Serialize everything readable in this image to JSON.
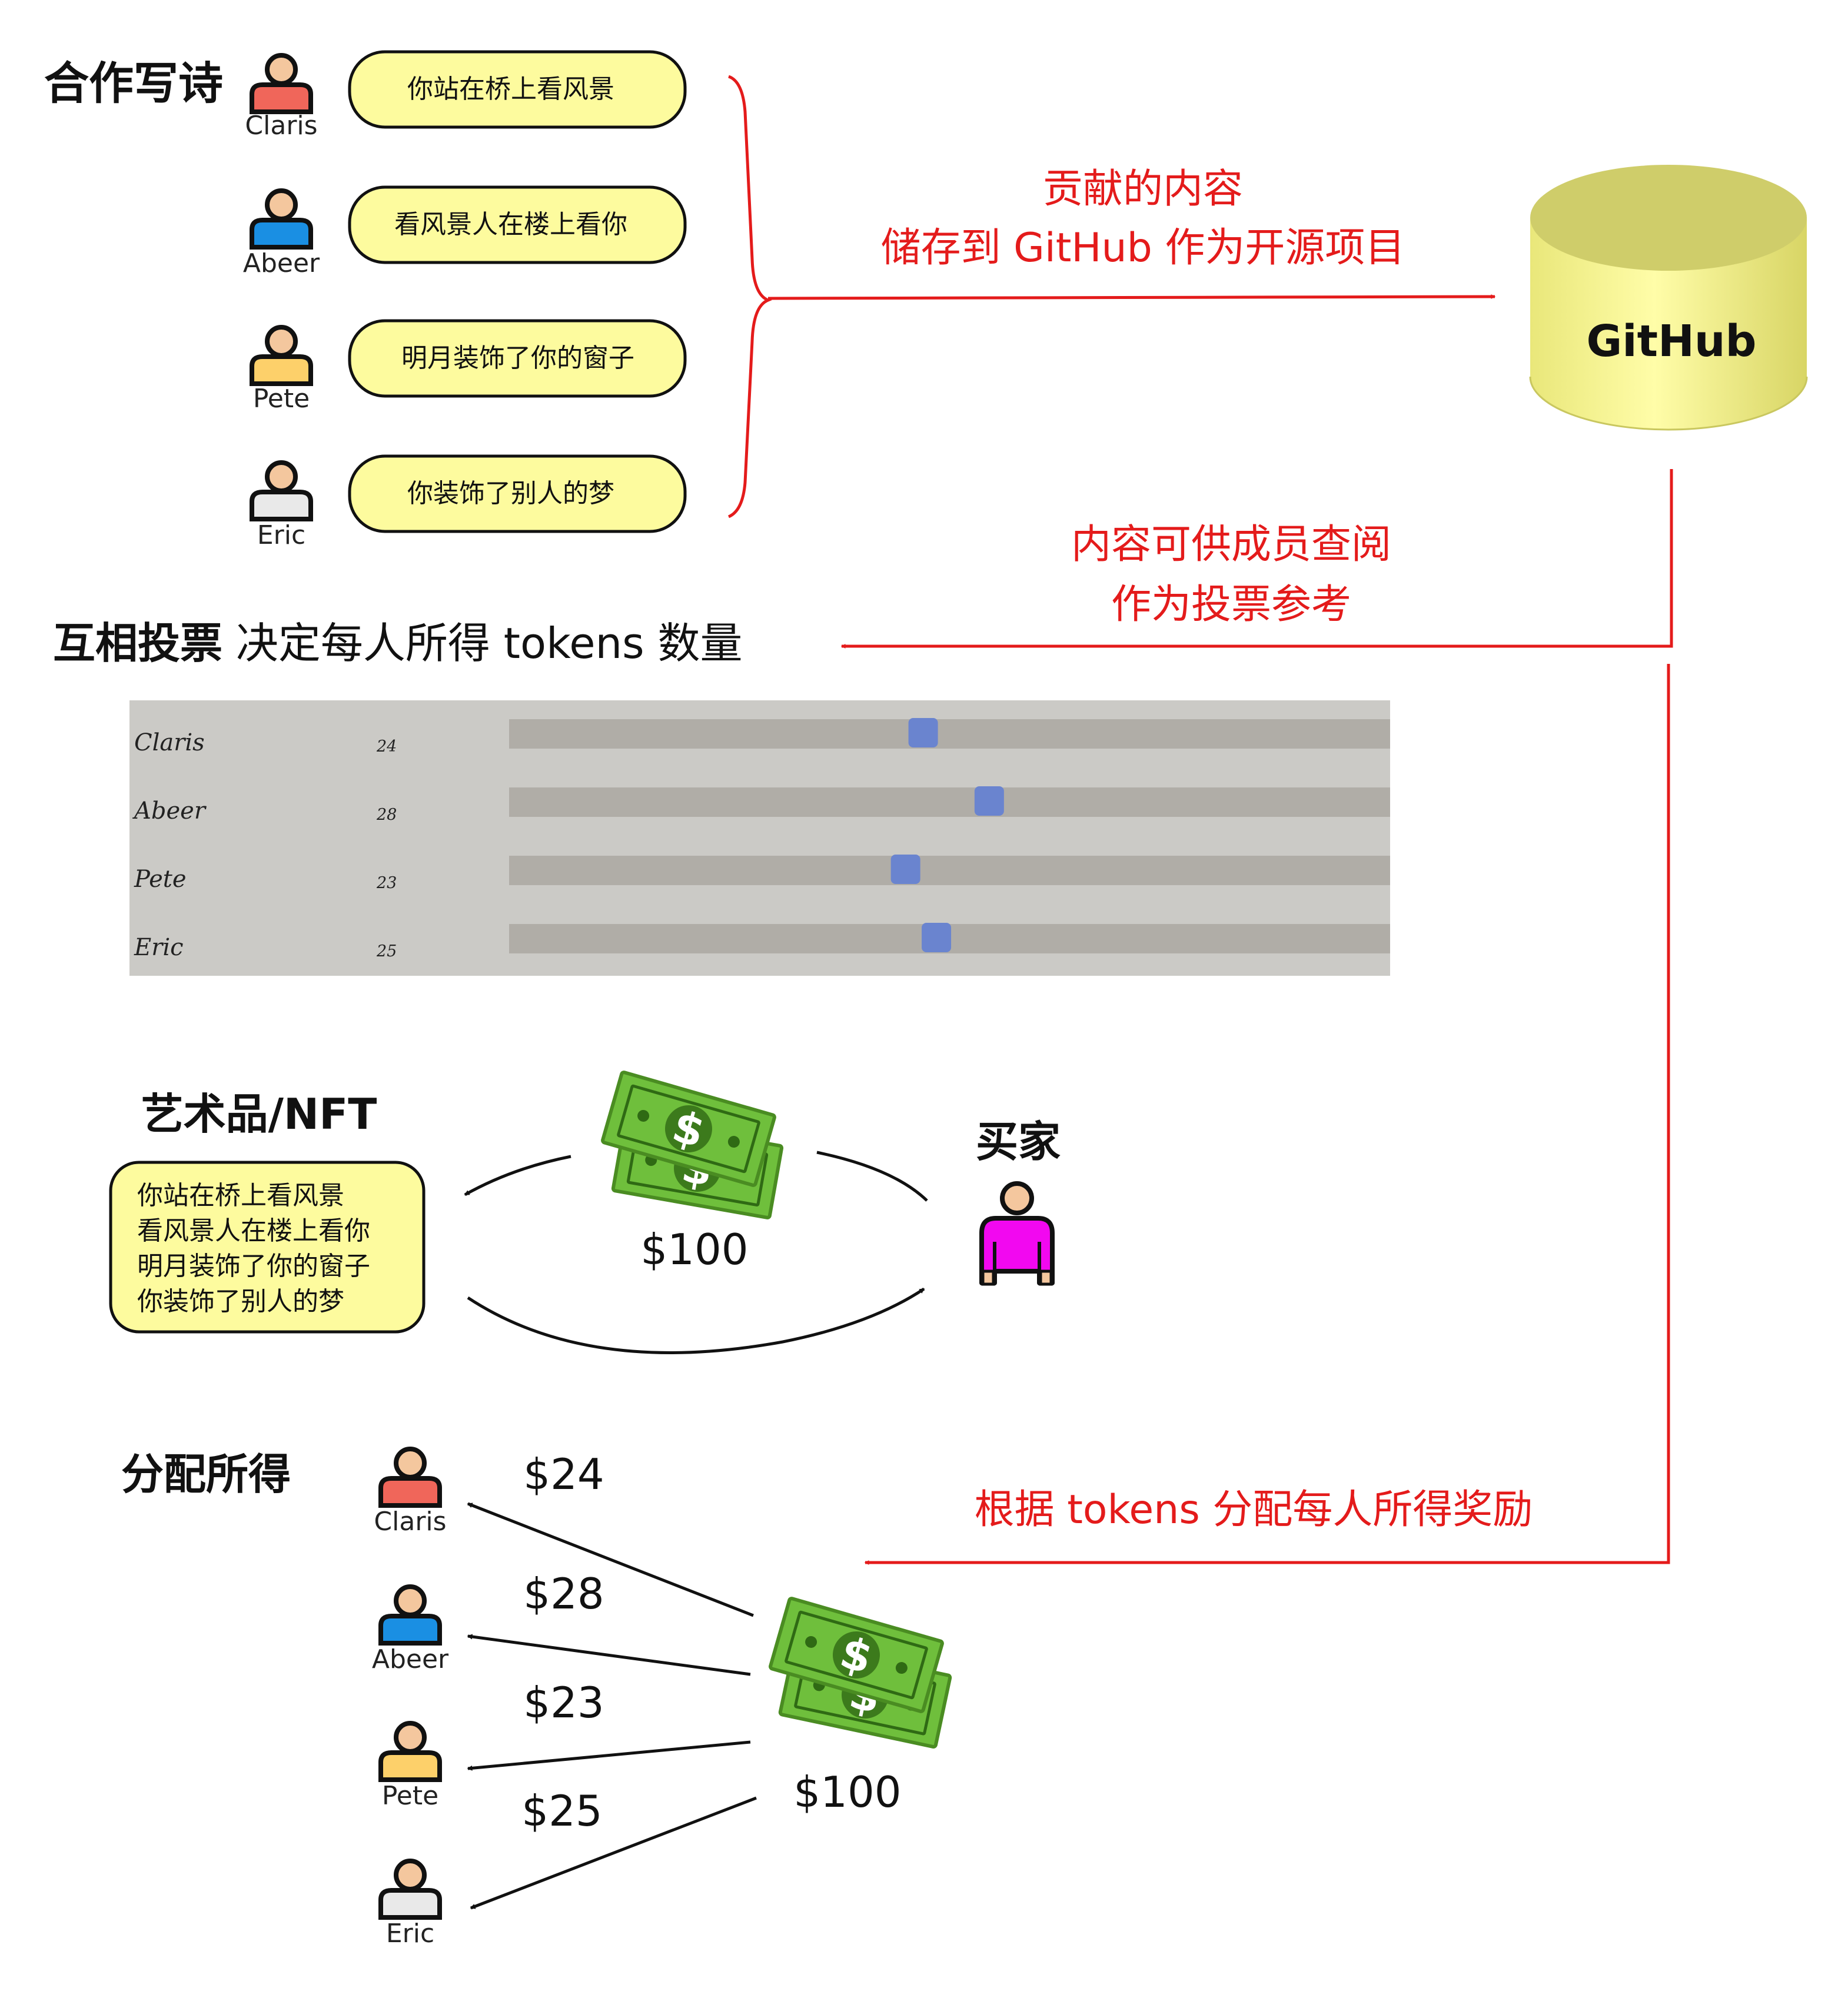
{
  "colors": {
    "accent_red": "#e41b1b",
    "bubble_fill": "#fdfb9e",
    "avatar_claris": "#f0665a",
    "avatar_abeer": "#1a8fe3",
    "avatar_pete": "#fdd06a",
    "avatar_eric": "#e9e9e9",
    "buyer": "#f208f0",
    "slider_thumb": "#6a84cf",
    "money_green": "#6fbf3c"
  },
  "poem": {
    "heading": "合作写诗",
    "members": [
      {
        "name": "Claris",
        "line": "你站在桥上看风景"
      },
      {
        "name": "Abeer",
        "line": "看风景人在楼上看你"
      },
      {
        "name": "Pete",
        "line": "明月装饰了你的窗子"
      },
      {
        "name": "Eric",
        "line": "你装饰了别人的梦"
      }
    ]
  },
  "github": {
    "annotation_line1": "贡献的内容",
    "annotation_line2": "储存到 GitHub 作为开源项目",
    "label": "GitHub",
    "review_line1": "内容可供成员查阅",
    "review_line2": "作为投票参考"
  },
  "vote": {
    "heading_bold": "互相投票",
    "heading_rest": " 决定每人所得 tokens 数量",
    "rows": [
      {
        "name": "Claris",
        "tokens": "24",
        "level": 0.47
      },
      {
        "name": "Abeer",
        "tokens": "28",
        "level": 0.545
      },
      {
        "name": "Pete",
        "tokens": "23",
        "level": 0.45
      },
      {
        "name": "Eric",
        "tokens": "25",
        "level": 0.485
      }
    ]
  },
  "sale": {
    "heading": "艺术品/NFT",
    "poem_lines": [
      "你站在桥上看风景",
      "看风景人在楼上看你",
      "明月装饰了你的窗子",
      "你装饰了别人的梦"
    ],
    "price": "$100",
    "buyer_label": "买家",
    "money_icon": "money-icon"
  },
  "distribution": {
    "heading": "分配所得",
    "total": "$100",
    "annotation": "根据 tokens 分配每人所得奖励",
    "payouts": [
      {
        "name": "Claris",
        "amount": "$24"
      },
      {
        "name": "Abeer",
        "amount": "$28"
      },
      {
        "name": "Pete",
        "amount": "$23"
      },
      {
        "name": "Eric",
        "amount": "$25"
      }
    ]
  }
}
